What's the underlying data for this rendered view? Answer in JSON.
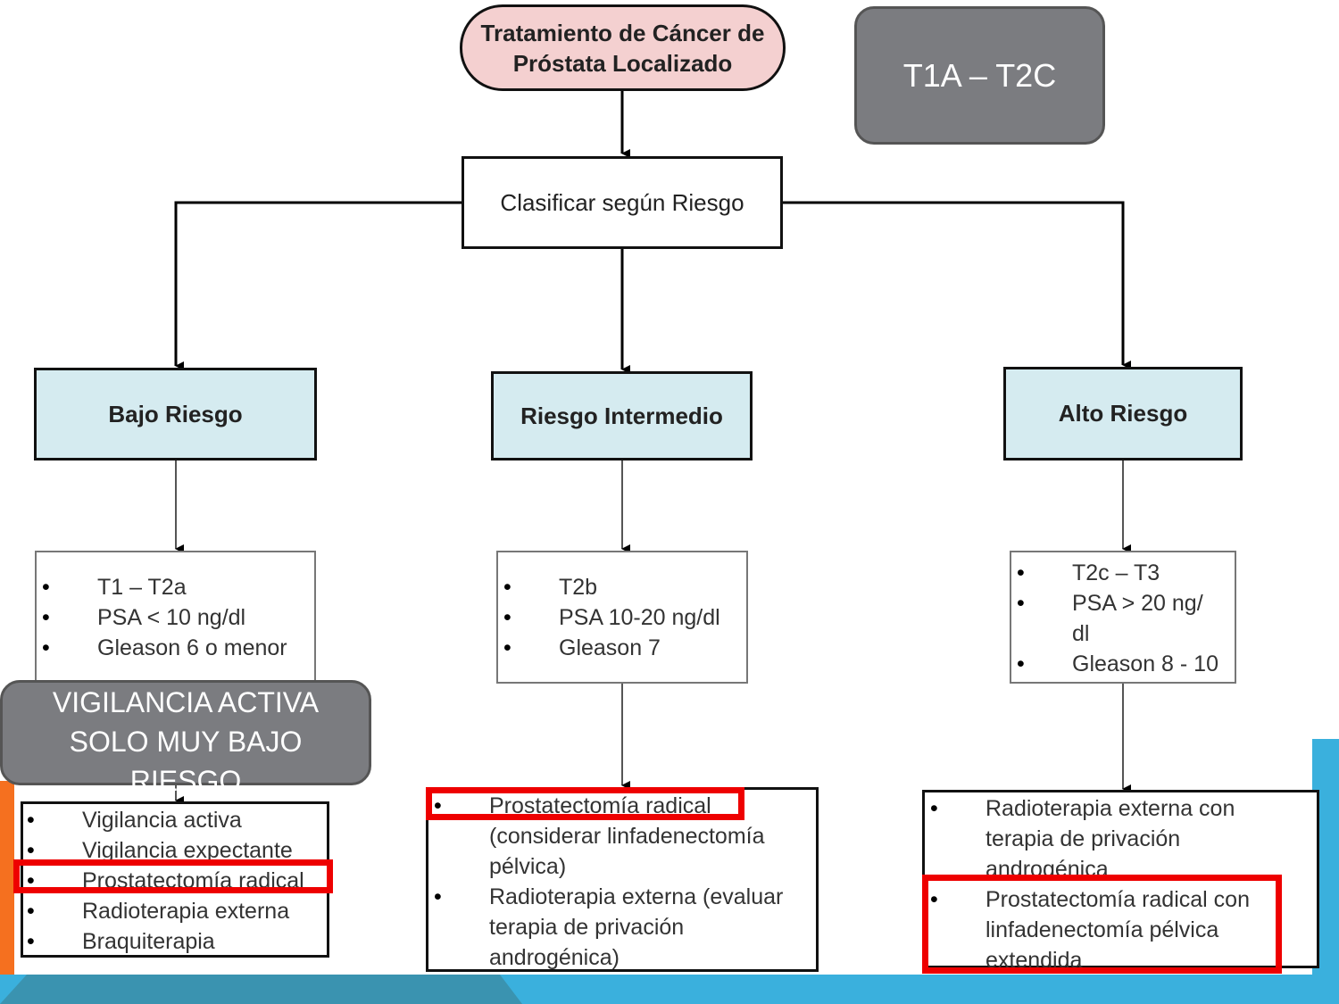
{
  "title": "Tratamiento de Cáncer de Próstata Localizado",
  "stage_badge": "T1A – T2C",
  "classify": "Clasificar según Riesgo",
  "risk_groups": [
    {
      "label": "Bajo Riesgo",
      "criteria": [
        "T1 – T2a",
        "PSA < 10 ng/dl",
        "Gleason 6 o menor"
      ],
      "treatments": [
        "Vigilancia activa",
        "Vigilancia expectante",
        "Prostatectomía radical",
        "Radioterapia externa",
        "Braquiterapia"
      ]
    },
    {
      "label": "Riesgo Intermedio",
      "criteria": [
        "T2b",
        "PSA 10-20 ng/dl",
        "Gleason 7"
      ],
      "treatments": [
        "Prostatectomía radical (considerar linfadenectomía pélvica)",
        "Radioterapia externa (evaluar terapia de privación androgénica)"
      ]
    },
    {
      "label": "Alto Riesgo",
      "criteria": [
        "T2c – T3",
        "PSA > 20 ng/ dl",
        "Gleason 8 - 10"
      ],
      "treatments": [
        "Radioterapia externa con terapia de privación androgénica",
        "Prostatectomía radical con linfadenectomía pélvica extendida"
      ]
    }
  ],
  "note": "VIGILANCIA ACTIVA SOLO MUY BAJO RIESGO",
  "colors": {
    "highlight": "#ee0000",
    "risk_fill": "#d5ebf0",
    "title_fill": "#f4d0d0",
    "callout": "#7b7c80",
    "accent_blue": "#3ab0dd",
    "accent_teal": "#3a93b0",
    "accent_orange": "#f5701f"
  }
}
